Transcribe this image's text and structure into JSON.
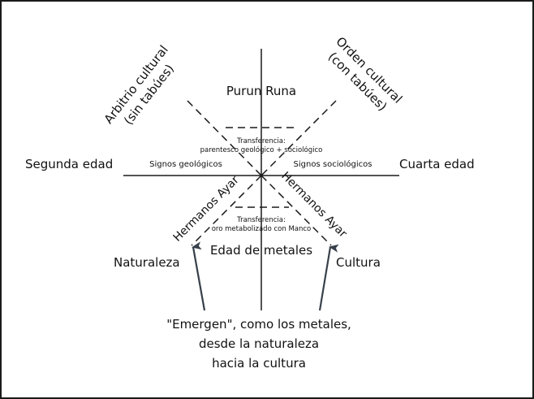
{
  "labels": {
    "top": "Purun Runa",
    "left": "Segunda edad",
    "right": "Cuarta edad",
    "bottom": "Edad de metales",
    "upper_left_1": "Arbitrio cultural",
    "upper_left_2": "(sin tabúes)",
    "upper_right_1": "Orden cultural",
    "upper_right_2": "(con tabúes)",
    "signs_left": "Signos geológicos",
    "signs_right": "Signos sociológicos",
    "transfer_top_1": "Transferencia:",
    "transfer_top_2": "parentesco geológico + sociológico",
    "transfer_bottom_1": "Transferencia:",
    "transfer_bottom_2": "oro metabolizado con Manco",
    "lower_left_diag": "Hermanos Ayar",
    "lower_right_diag": "Hermanos Ayar",
    "nature": "Naturaleza",
    "culture": "Cultura",
    "caption_1": "\"Emergen\", como los metales,",
    "caption_2": "desde la naturaleza",
    "caption_3": "hacia la cultura"
  },
  "colors": {
    "line": "#1a1a1a",
    "arrow": "#37404a"
  }
}
